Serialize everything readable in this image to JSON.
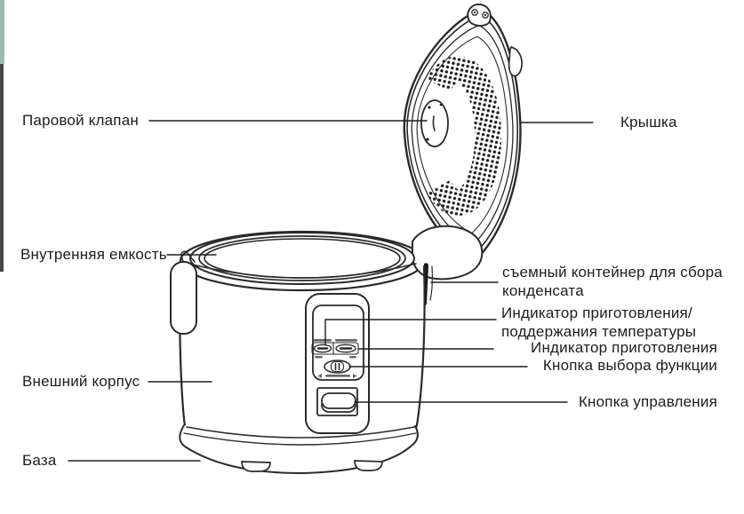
{
  "background": "#ffffff",
  "colors": {
    "line": "#2a2a2a",
    "text": "#1d1d1d",
    "edge_strip_teal": "#a3b8b4",
    "edge_strip_dark": "#474747"
  },
  "diagram": {
    "subject": "rice-cooker-parts-diagram",
    "labels": {
      "steam_valve": "Паровой клапан",
      "lid": "Крышка",
      "inner_pot": "Внутренняя емкость",
      "condensate_container": "съемный контейнер для сбора\nконденсата",
      "cook_keepwarm_indicator": "Индикатор приготовления/\nподдержания температуры",
      "cooking_indicator": "Индикатор приготовления",
      "function_select_button": "Кнопка выбора функции",
      "control_button": "Кнопка управления",
      "outer_body": "Внешний корпус",
      "base": "База"
    }
  }
}
